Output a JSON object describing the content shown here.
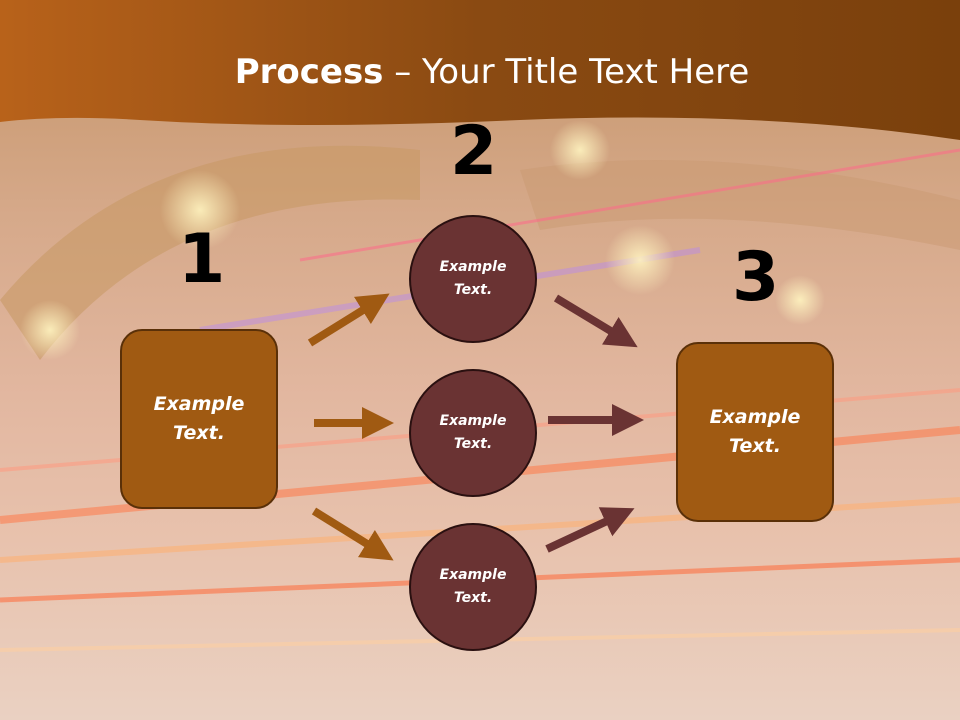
{
  "title": {
    "bold": "Process",
    "rest": " – Your Title Text Here"
  },
  "steps": [
    {
      "number": "1",
      "text": "Example Text."
    },
    {
      "number": "2",
      "text": "Example Text."
    },
    {
      "number": "3",
      "text": "Example Text."
    }
  ],
  "middle_circles": [
    {
      "text": "Example Text."
    },
    {
      "text": "Example Text."
    },
    {
      "text": "Example Text."
    }
  ],
  "colors": {
    "banner": "#8a4a12",
    "box_fill": "#a05a12",
    "circle_fill": "#6a3333",
    "arrow_left": "#a05a12",
    "arrow_right": "#6a3333"
  }
}
